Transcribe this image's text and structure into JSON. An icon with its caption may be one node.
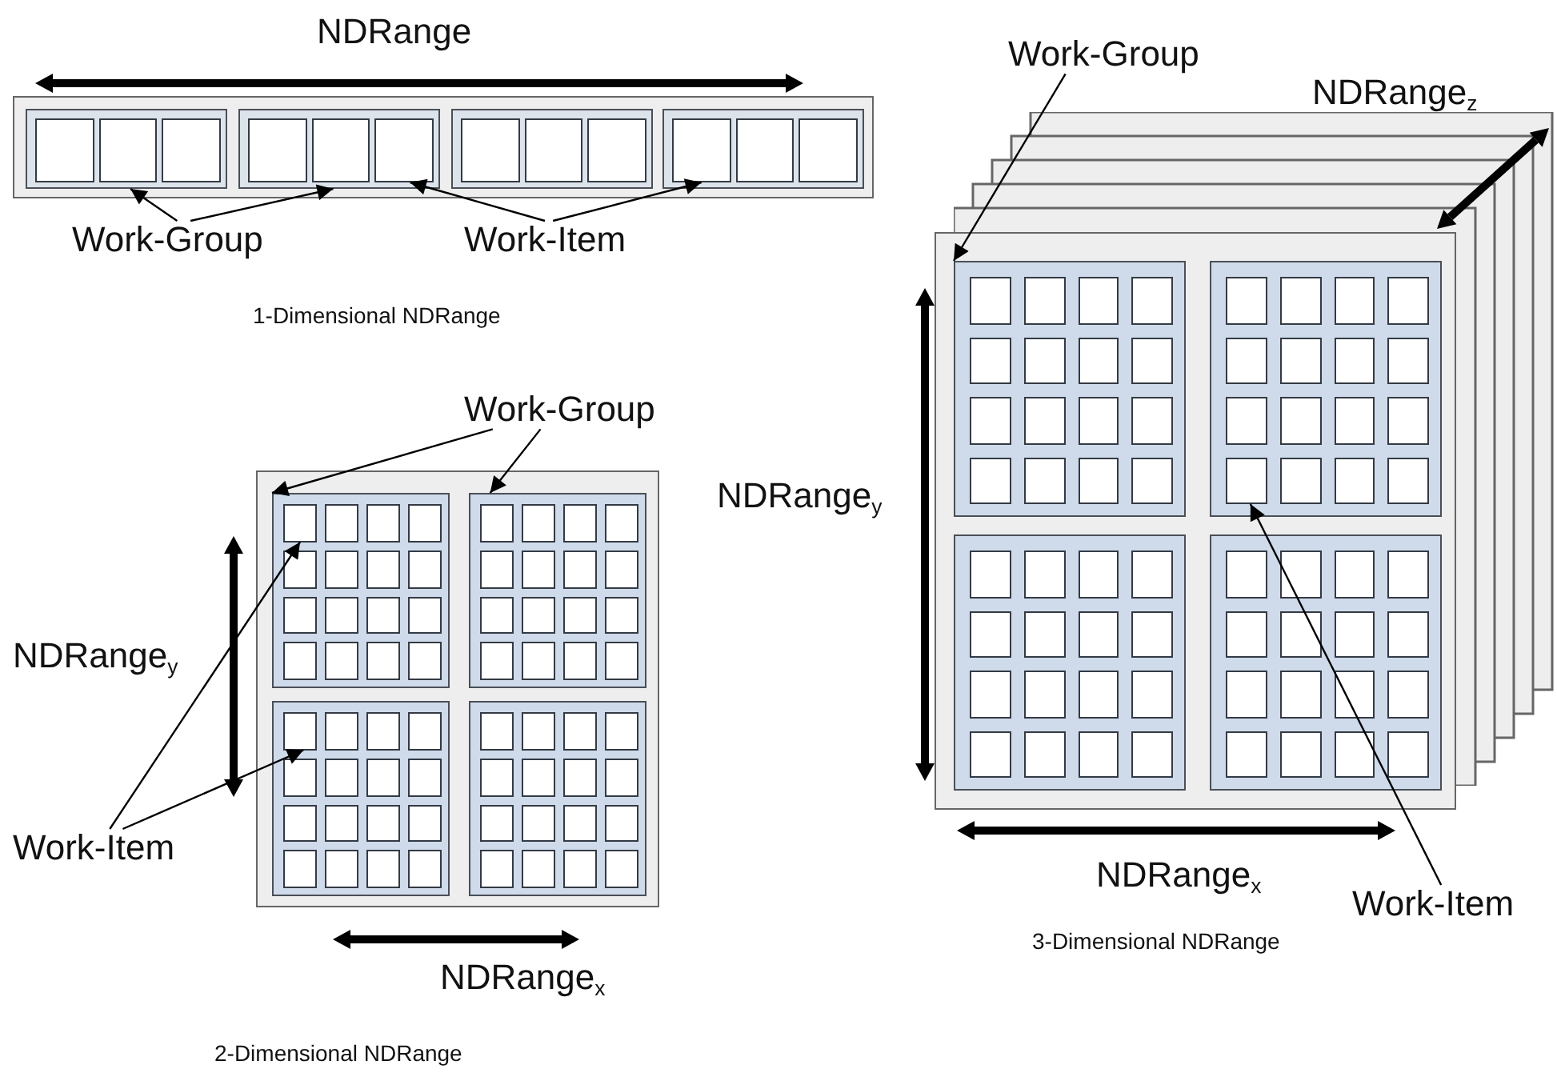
{
  "diagram": {
    "nodes": [
      {
        "text": [
          "Work-Group"
        ]
      },
      {
        "text": [
          "Work-Item"
        ]
      },
      {
        "text": [],
        "shape": "box"
      },
      {
        "text": [],
        "shape": "box",
        "in": 2
      },
      {
        "text": [],
        "shape": "box",
        "in": 2
      },
      {
        "text": [],
        "shape": "box",
        "in": 2
      },
      {
        "text": [],
        "shape": "box",
        "in": 2
      },
      {
        "text": [],
        "shape": "box",
        "in": 3
      },
      {
        "text": [],
        "shape": "box",
        "in": 3
      },
      {
        "text": [],
        "shape": "box",
        "in": 3
      },
      {
        "text": [],
        "shape": "box",
        "in": 4
      },
      {
        "text": [],
        "shape": "box",
        "in": 4
      },
      {
        "text": [],
        "shape": "box",
        "in": 4
      },
      {
        "text": [],
        "shape": "box",
        "in": 5
      },
      {
        "text": [],
        "shape": "box",
        "in": 5
      },
      {
        "text": [],
        "shape": "box",
        "in": 5
      },
      {
        "text": [],
        "shape": "box",
        "in": 6
      },
      {
        "text": [],
        "shape": "box",
        "in": 6
      },
      {
        "text": [],
        "shape": "box",
        "in": 6
      },
      {
        "text": [
          "Work-Group"
        ]
      },
      {
        "text": [],
        "shape": "box"
      },
      {
        "text": [],
        "shape": "box",
        "in": 20
      },
      {
        "text": [],
        "shape": "box",
        "in": 20
      },
      {
        "text": [],
        "shape": "box",
        "in": 20
      },
      {
        "text": [],
        "shape": "box",
        "in": 20
      },
      {
        "text": [],
        "shape": "box",
        "in": 21
      },
      {
        "text": [],
        "shape": "box",
        "in": 21
      },
      {
        "text": [],
        "shape": "box",
        "in": 21
      },
      {
        "text": [],
        "shape": "box",
        "in": 21
      },
      {
        "text": [],
        "shape": "box",
        "in": 21
      },
      {
        "text": [],
        "shape": "box",
        "in": 21
      },
      {
        "text": [],
        "shape": "box",
        "in": 21
      },
      {
        "text": [],
        "shape": "box",
        "in": 21
      },
      {
        "text": [],
        "shape": "box",
        "in": 21
      },
      {
        "text": [],
        "shape": "box",
        "in": 21
      },
      {
        "text": [],
        "shape": "box",
        "in": 21
      },
      {
        "text": [],
        "shape": "box",
        "in": 21
      },
      {
        "text": [],
        "shape": "box",
        "in": 21
      },
      {
        "text": [],
        "shape": "box",
        "in": 21
      },
      {
        "text": [],
        "shape": "box",
        "in": 21
      },
      {
        "text": [],
        "shape": "box",
        "in": 21
      },
      {
        "text": [],
        "shape": "box",
        "in": 22
      },
      {
        "text": [],
        "shape": "box",
        "in": 22
      },
      {
        "text": [],
        "shape": "box",
        "in": 22
      },
      {
        "text": [],
        "shape": "box",
        "in": 22
      },
      {
        "text": [],
        "shape": "box",
        "in": 22
      },
      {
        "text": [],
        "shape": "box",
        "in": 22
      },
      {
        "text": [],
        "shape": "box",
        "in": 22
      },
      {
        "text": [],
        "shape": "box",
        "in": 22
      },
      {
        "text": [],
        "shape": "box",
        "in": 22
      },
      {
        "text": [],
        "shape": "box",
        "in": 22
      },
      {
        "text": [],
        "shape": "box",
        "in": 22
      },
      {
        "text": [],
        "shape": "box",
        "in": 22
      },
      {
        "text": [],
        "shape": "box",
        "in": 22
      },
      {
        "text": [],
        "shape": "box",
        "in": 22
      },
      {
        "text": [],
        "shape": "box",
        "in": 22
      },
      {
        "text": [],
        "shape": "box",
        "in": 22
      },
      {
        "text": [],
        "shape": "box",
        "in": 23
      },
      {
        "text": [],
        "shape": "box",
        "in": 23
      },
      {
        "text": [],
        "shape": "box",
        "in": 23
      },
      {
        "text": [],
        "shape": "box",
        "in": 23
      },
      {
        "text": [],
        "shape": "box",
        "in": 23
      },
      {
        "text": [],
        "shape": "box",
        "in": 23
      },
      {
        "text": [],
        "shape": "box",
        "in": 23
      },
      {
        "text": [],
        "shape": "box",
        "in": 23
      },
      {
        "text": [],
        "shape": "box",
        "in": 23
      },
      {
        "text": [],
        "shape": "box",
        "in": 23
      },
      {
        "text": [],
        "shape": "box",
        "in": 23
      },
      {
        "text": [],
        "shape": "box",
        "in": 23
      },
      {
        "text": [],
        "shape": "box",
        "in": 23
      },
      {
        "text": [],
        "shape": "box",
        "in": 23
      },
      {
        "text": [],
        "shape": "box",
        "in": 23
      },
      {
        "text": [],
        "shape": "box",
        "in": 23
      },
      {
        "text": [],
        "shape": "box",
        "in": 24
      },
      {
        "text": [],
        "shape": "box",
        "in": 24
      },
      {
        "text": [],
        "shape": "box",
        "in": 24
      },
      {
        "text": [],
        "shape": "box",
        "in": 24
      },
      {
        "text": [],
        "shape": "box",
        "in": 24
      },
      {
        "text": [],
        "shape": "box",
        "in": 24
      },
      {
        "text": [],
        "shape": "box",
        "in": 24
      },
      {
        "text": [],
        "shape": "box",
        "in": 24
      },
      {
        "text": [],
        "shape": "box",
        "in": 24
      },
      {
        "text": [],
        "shape": "box",
        "in": 24
      },
      {
        "text": [],
        "shape": "box",
        "in": 24
      },
      {
        "text": [],
        "shape": "box",
        "in": 24
      },
      {
        "text": [],
        "shape": "box",
        "in": 24
      },
      {
        "text": [],
        "shape": "box",
        "in": 24
      },
      {
        "text": [],
        "shape": "box",
        "in": 24
      },
      {
        "text": [],
        "shape": "box",
        "in": 24
      },
      {
        "text": [
          "Work-Item"
        ]
      },
      {
        "text": [
          "Work-Group"
        ]
      },
      {
        "text": [],
        "shape": "box"
      },
      {
        "text": [],
        "shape": "box",
        "in": 91
      },
      {
        "text": [],
        "shape": "box",
        "in": 91
      },
      {
        "text": [],
        "shape": "box",
        "in": 91
      },
      {
        "text": [],
        "shape": "box",
        "in": 91
      },
      {
        "text": [],
        "shape": "box",
        "in": 92
      },
      {
        "text": [],
        "shape": "box",
        "in": 92
      },
      {
        "text": [],
        "shape": "box",
        "in": 92
      },
      {
        "text": [],
        "shape": "box",
        "in": 92
      },
      {
        "text": [],
        "shape": "box",
        "in": 92
      },
      {
        "text": [],
        "shape": "box",
        "in": 92
      },
      {
        "text": [],
        "shape": "box",
        "in": 92
      },
      {
        "text": [],
        "shape": "box",
        "in": 92
      },
      {
        "text": [],
        "shape": "box",
        "in": 92
      },
      {
        "text": [],
        "shape": "box",
        "in": 92
      },
      {
        "text": [],
        "shape": "box",
        "in": 92
      },
      {
        "text": [],
        "shape": "box",
        "in": 92
      },
      {
        "text": [],
        "shape": "box",
        "in": 92
      },
      {
        "text": [],
        "shape": "box",
        "in": 92
      },
      {
        "text": [],
        "shape": "box",
        "in": 92
      },
      {
        "text": [],
        "shape": "box",
        "in": 92
      },
      {
        "text": [],
        "shape": "box",
        "in": 93
      },
      {
        "text": [],
        "shape": "box",
        "in": 93
      },
      {
        "text": [],
        "shape": "box",
        "in": 93
      },
      {
        "text": [],
        "shape": "box",
        "in": 93
      },
      {
        "text": [],
        "shape": "box",
        "in": 93
      },
      {
        "text": [],
        "shape": "box",
        "in": 93
      },
      {
        "text": [],
        "shape": "box",
        "in": 93
      },
      {
        "text": [],
        "shape": "box",
        "in": 93
      },
      {
        "text": [],
        "shape": "box",
        "in": 93
      },
      {
        "text": [],
        "shape": "box",
        "in": 93
      },
      {
        "text": [],
        "shape": "box",
        "in": 93
      },
      {
        "text": [],
        "shape": "box",
        "in": 93
      },
      {
        "text": [],
        "shape": "box",
        "in": 93
      },
      {
        "text": [],
        "shape": "box",
        "in": 93
      },
      {
        "text": [],
        "shape": "box",
        "in": 93
      },
      {
        "text": [],
        "shape": "box",
        "in": 93
      },
      {
        "text": [],
        "shape": "box",
        "in": 94
      },
      {
        "text": [],
        "shape": "box",
        "in": 94
      },
      {
        "text": [],
        "shape": "box",
        "in": 94
      },
      {
        "text": [],
        "shape": "box",
        "in": 94
      },
      {
        "text": [],
        "shape": "box",
        "in": 94
      },
      {
        "text": [],
        "shape": "box",
        "in": 94
      },
      {
        "text": [],
        "shape": "box",
        "in": 94
      },
      {
        "text": [],
        "shape": "box",
        "in": 94
      },
      {
        "text": [],
        "shape": "box",
        "in": 94
      },
      {
        "text": [],
        "shape": "box",
        "in": 94
      },
      {
        "text": [],
        "shape": "box",
        "in": 94
      },
      {
        "text": [],
        "shape": "box",
        "in": 94
      },
      {
        "text": [],
        "shape": "box",
        "in": 94
      },
      {
        "text": [],
        "shape": "box",
        "in": 94
      },
      {
        "text": [],
        "shape": "box",
        "in": 94
      },
      {
        "text": [],
        "shape": "box",
        "in": 94
      },
      {
        "text": [],
        "shape": "box",
        "in": 95
      },
      {
        "text": [],
        "shape": "box",
        "in": 95
      },
      {
        "text": [],
        "shape": "box",
        "in": 95
      },
      {
        "text": [],
        "shape": "box",
        "in": 95
      },
      {
        "text": [],
        "shape": "box",
        "in": 95
      },
      {
        "text": [],
        "shape": "box",
        "in": 95
      },
      {
        "text": [],
        "shape": "box",
        "in": 95
      },
      {
        "text": [],
        "shape": "box",
        "in": 95
      },
      {
        "text": [],
        "shape": "box",
        "in": 95
      },
      {
        "text": [],
        "shape": "box",
        "in": 95
      },
      {
        "text": [],
        "shape": "box",
        "in": 95
      },
      {
        "text": [],
        "shape": "box",
        "in": 95
      },
      {
        "text": [],
        "shape": "box",
        "in": 95
      },
      {
        "text": [],
        "shape": "box",
        "in": 95
      },
      {
        "text": [],
        "shape": "box",
        "in": 95
      },
      {
        "text": [],
        "shape": "box",
        "in": 95
      },
      {
        "text": [
          "Work-Item"
        ]
      }
    ],
    "edges": [
      {
        "from": 0,
        "to": 3,
        "arrow": "to"
      },
      {
        "from": 0,
        "to": 4,
        "arrow": "to"
      },
      {
        "from": 1,
        "to": 12,
        "arrow": "to"
      },
      {
        "from": 1,
        "to": 16,
        "arrow": "to"
      },
      {
        "from": 19,
        "to": 21,
        "arrow": "to"
      },
      {
        "from": 19,
        "to": 22,
        "arrow": "to"
      },
      {
        "from": 89,
        "to": 25,
        "arrow": "to"
      },
      {
        "from": 89,
        "to": 57,
        "arrow": "to"
      },
      {
        "from": 90,
        "to": 92,
        "arrow": "to"
      },
      {
        "from": 160,
        "to": 124,
        "arrow": "to"
      }
    ],
    "labels": [
      "NDRange",
      "NDRange$_{z}$",
      "1-Dimensional NDRange",
      "NDRange$_{y}$",
      "NDRange$_{y}$",
      "NDRange$_{x}$",
      "3-Dimensional NDRange",
      "NDRange$_{x}$",
      "2-Dimensional NDRange"
    ]
  }
}
